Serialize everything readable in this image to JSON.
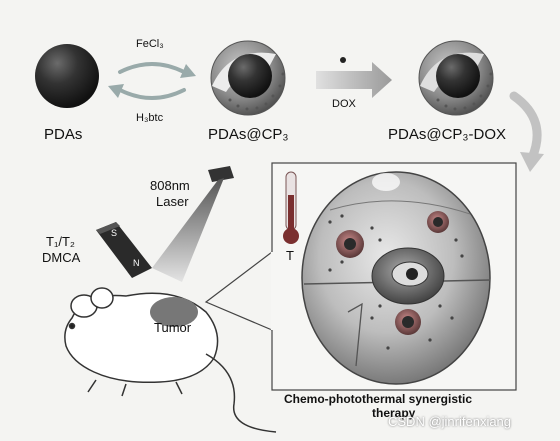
{
  "labels": {
    "pdas": "PDAs",
    "pdas_cp3": "PDAs@CP₃",
    "pdas_cp3_dox": "PDAs@CP₃-DOX",
    "fecl3": "FeCl₃",
    "h3btc": "H₃btc",
    "dox": "DOX",
    "laser_line1": "808nm",
    "laser_line2": "Laser",
    "mri_line1": "T₁/T₂",
    "mri_line2": "DMCA",
    "magnet_s": "S",
    "magnet_n": "N",
    "tumor": "Tumor",
    "thermo": "T",
    "therapy_line1": "Chemo-photothermal synergistic",
    "therapy_line2": "therapy"
  },
  "watermark": "CSDN @jinrifenxiang",
  "colors": {
    "background": "#f4f4f2",
    "sphere_dark": "#2a2a2a",
    "shell_gray": "#8a8a8a",
    "arrow_gray": "#c9c9c9",
    "thermo_red": "#7a2f2f"
  }
}
